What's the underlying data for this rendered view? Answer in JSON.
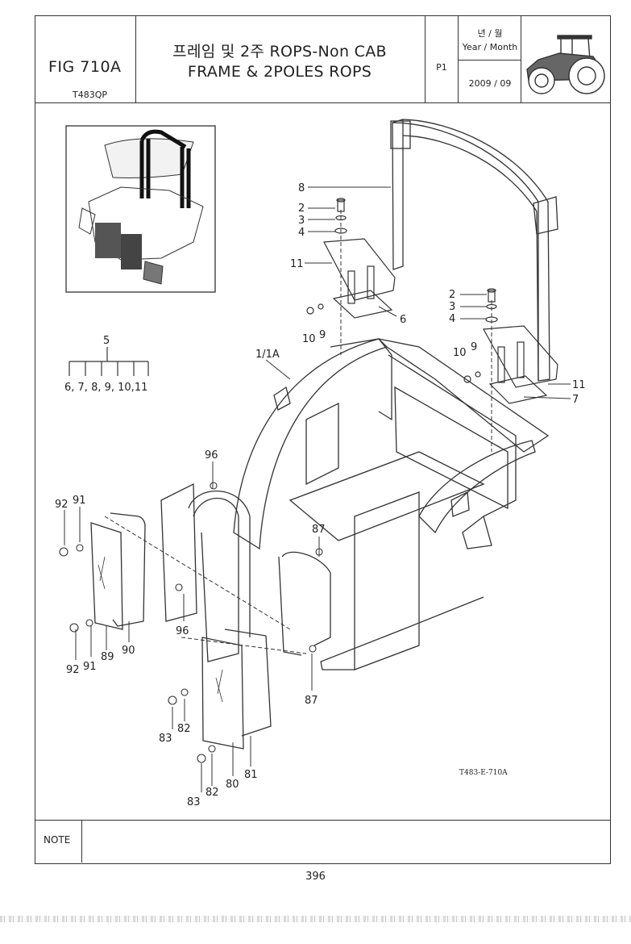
{
  "header": {
    "fig": "FIG 710A",
    "model": "T483QP",
    "title_ko": "프레임 및 2주 ROPS-Non CAB",
    "title_en": "FRAME & 2POLES ROPS",
    "page": "P1",
    "year_month_ko": "년 / 월",
    "year_month_en": "Year / Month",
    "date": "2009 / 09"
  },
  "diagram": {
    "drawing_code": "T483-E-710A",
    "kit_label": "5",
    "kit_contents": "6, 7, 8, 9, 10,11",
    "callouts": {
      "c8": "8",
      "c2a": "2",
      "c3a": "3",
      "c4a": "4",
      "c11a": "11",
      "c6": "6",
      "c10a": "10",
      "c9a": "9",
      "c2b": "2",
      "c3b": "3",
      "c4b": "4",
      "c10b": "10",
      "c9b": "9",
      "c11b": "11",
      "c7": "7",
      "c1": "1/1A",
      "c96a": "96",
      "c96b": "96",
      "c92a": "92",
      "c91a": "91",
      "c87a": "87",
      "c92b": "92",
      "c91b": "91",
      "c89": "89",
      "c90": "90",
      "c87b": "87",
      "c83a": "83",
      "c82a": "82",
      "c83b": "83",
      "c82b": "82",
      "c80": "80",
      "c81": "81"
    }
  },
  "note_label": "NOTE",
  "page_number": "396"
}
